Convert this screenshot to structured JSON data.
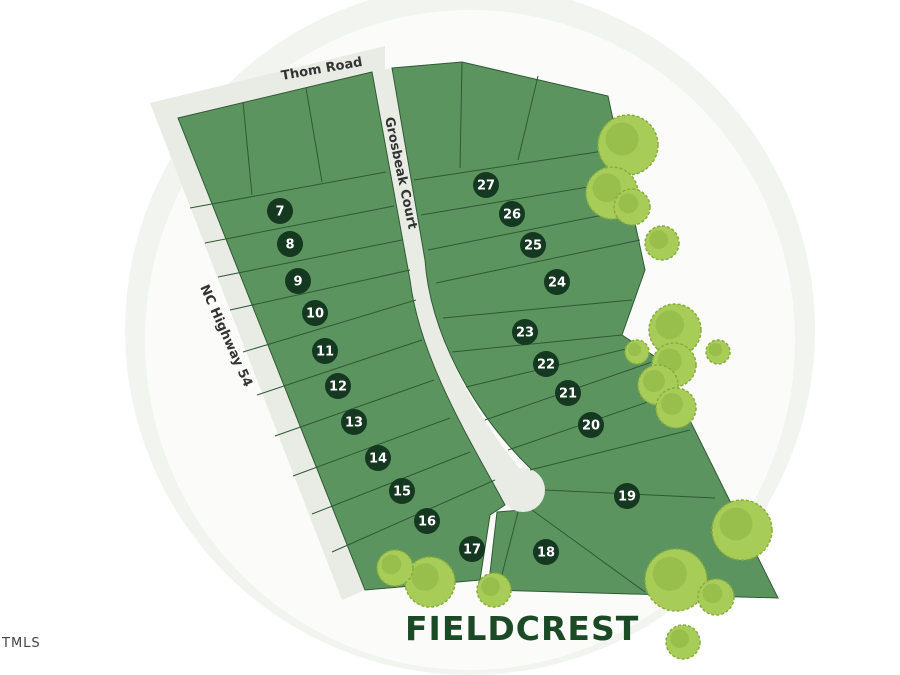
{
  "roads": {
    "thom_road": "Thom Road",
    "grosbeak_court": "Grosbeak Court",
    "nc_highway_54": "NC Highway 54"
  },
  "lots": [
    {
      "number": "7"
    },
    {
      "number": "8"
    },
    {
      "number": "9"
    },
    {
      "number": "10"
    },
    {
      "number": "11"
    },
    {
      "number": "12"
    },
    {
      "number": "13"
    },
    {
      "number": "14"
    },
    {
      "number": "15"
    },
    {
      "number": "16"
    },
    {
      "number": "17"
    },
    {
      "number": "18"
    },
    {
      "number": "19"
    },
    {
      "number": "20"
    },
    {
      "number": "21"
    },
    {
      "number": "22"
    },
    {
      "number": "23"
    },
    {
      "number": "24"
    },
    {
      "number": "25"
    },
    {
      "number": "26"
    },
    {
      "number": "27"
    }
  ],
  "brand": {
    "title": "FIELDCREST"
  },
  "footer": {
    "source_mark": "TMLS"
  },
  "colors": {
    "lot_fill": "#5c9460",
    "lot_line": "#2f5a33",
    "road": "#e8ece4",
    "badge": "#153820",
    "brand": "#1c4a26",
    "tree": "#a8cc58",
    "tree_dark": "#86ad3e"
  }
}
